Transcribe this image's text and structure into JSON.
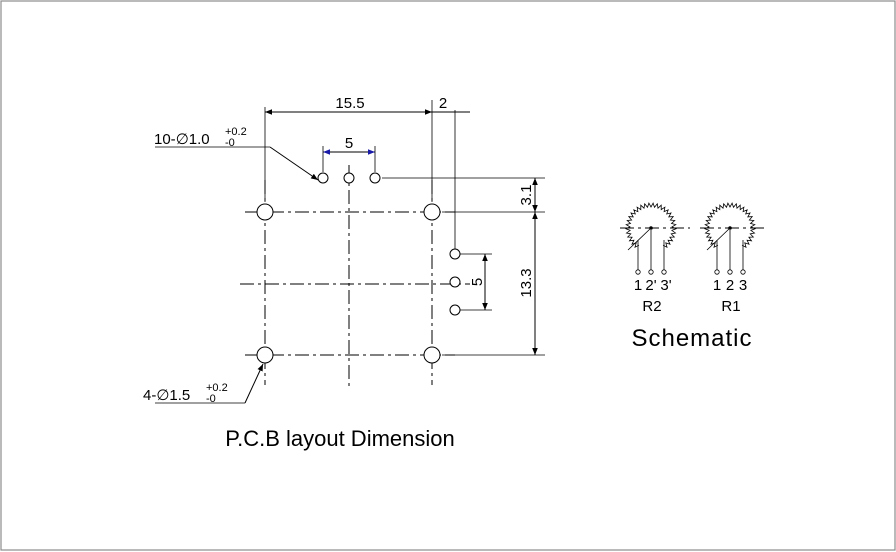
{
  "pcb": {
    "dim_width": "15.5",
    "dim_offset": "2",
    "dim_small_pitch": "5",
    "dim_top": "3.1",
    "dim_height": "13.3",
    "dim_side_pitch": "5",
    "small_holes_note": {
      "prefix": "10-",
      "diameter_symbol": "∅",
      "value": "1.0",
      "tol_upper": "+0.2",
      "tol_lower": "-0"
    },
    "large_holes_note": {
      "prefix": "4-",
      "diameter_symbol": "∅",
      "value": "1.5",
      "tol_upper": "+0.2",
      "tol_lower": "-0"
    },
    "caption": "P.C.B layout Dimension"
  },
  "schematic": {
    "title": "Schematic",
    "resistors": [
      {
        "label": "R2",
        "pins": [
          "1",
          "2",
          "3"
        ],
        "pin_marks": [
          "",
          "'",
          "'"
        ]
      },
      {
        "label": "R1",
        "pins": [
          "1",
          "2",
          "3"
        ],
        "pin_marks": [
          "",
          "",
          ""
        ]
      }
    ]
  },
  "colors": {
    "line": "#000000",
    "background": "#ffffff",
    "dimension_accent": "#1a1aa8",
    "frame": "#8c8c8c"
  }
}
